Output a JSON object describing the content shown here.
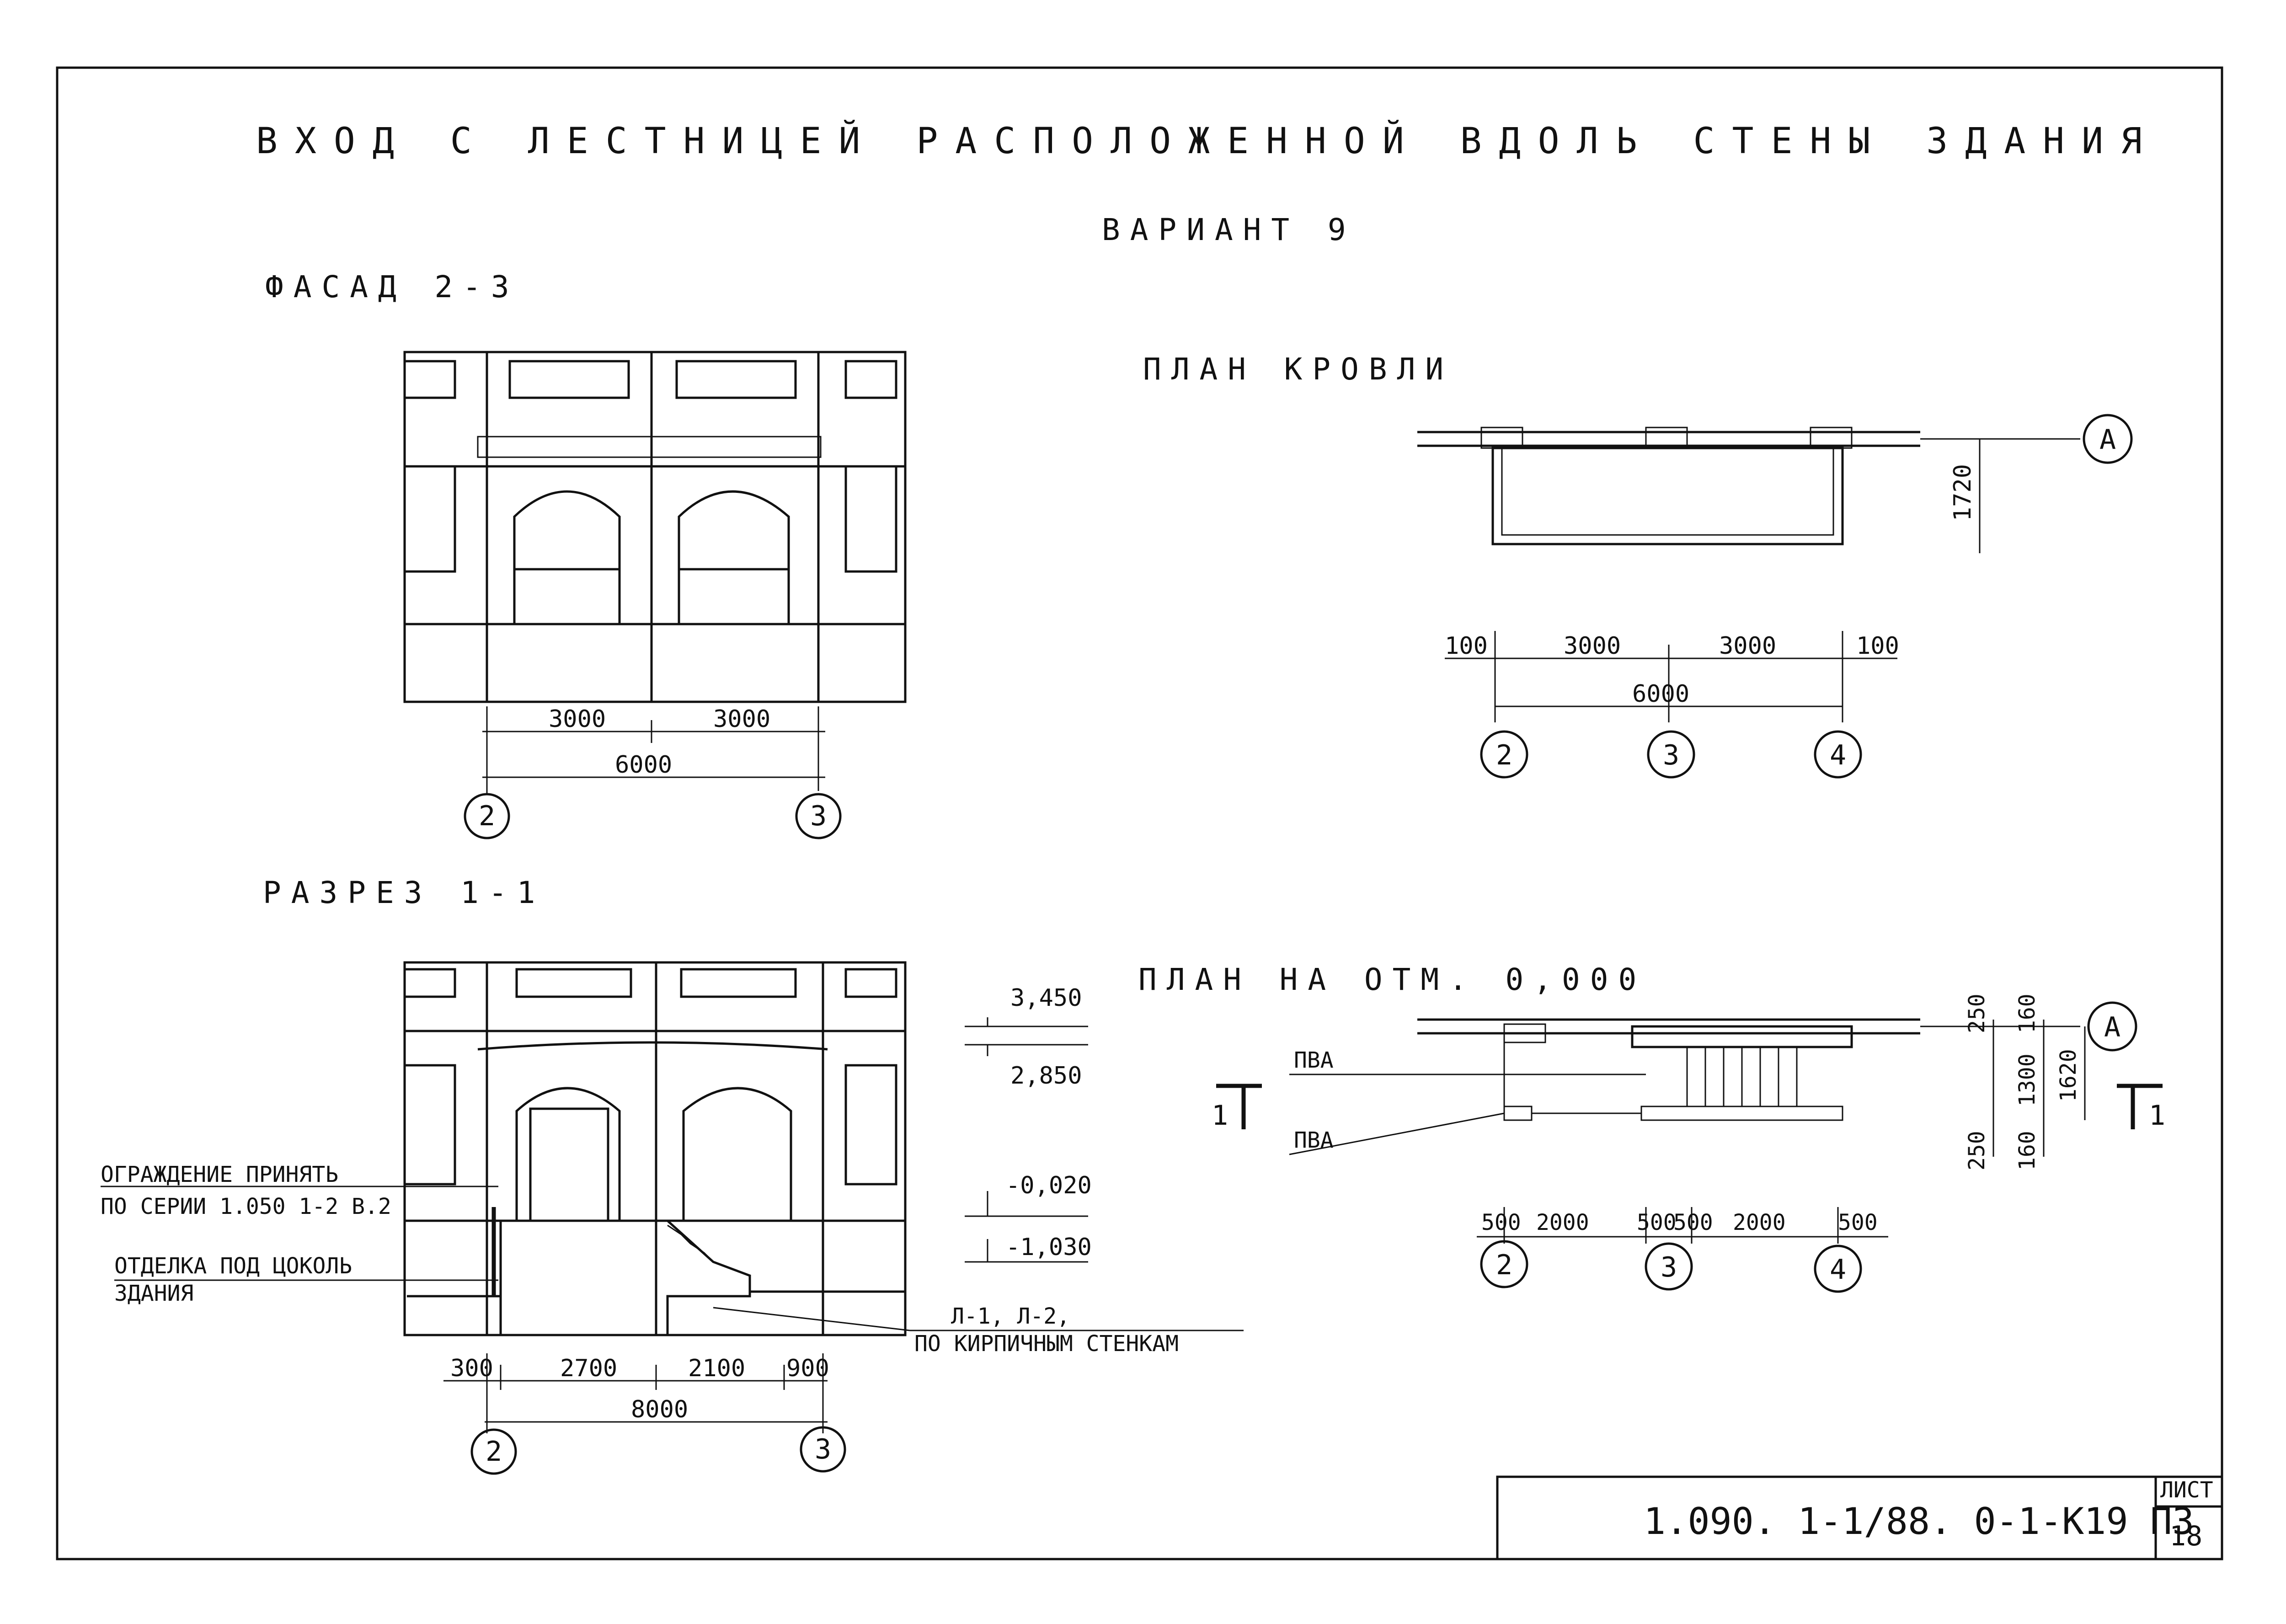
{
  "title": "ВХОД С ЛЕСТНИЦЕЙ РАСПОЛОЖЕННОЙ ВДОЛЬ СТЕНЫ ЗДАНИЯ",
  "variant": "ВАРИАНТ 9",
  "facade": {
    "label": "ФАСАД 2-3",
    "dims": [
      "3000",
      "3000",
      "6000"
    ],
    "axes": [
      "2",
      "3"
    ]
  },
  "section": {
    "label": "РАЗРЕЗ 1-1",
    "levels": [
      "3,450",
      "2,850",
      "-0,020",
      "-1,030"
    ],
    "notes": {
      "railing_1": "ОГРАЖДЕНИЕ ПРИНЯТЬ",
      "railing_2": "ПО СЕРИИ 1.050 1-2 В.2",
      "plinth_1": "ОТДЕЛКА ПОД ЦОКОЛЬ",
      "plinth_2": "ЗДАНИЯ",
      "lintel_1": "Л-1, Л-2,",
      "lintel_2": "ПО КИРПИЧНЫМ СТЕНКАМ"
    },
    "dims": [
      "300",
      "2700",
      "2100",
      "900",
      "8000"
    ],
    "axes": [
      "2",
      "3"
    ]
  },
  "roof_plan": {
    "label": "ПЛАН КРОВЛИ",
    "axis_a": "А",
    "depth": "1720",
    "dims": [
      "100",
      "3000",
      "3000",
      "100",
      "6000"
    ],
    "axes": [
      "2",
      "3",
      "4"
    ]
  },
  "floor_plan": {
    "label": "ПЛАН НА ОТМ. 0,000",
    "axis_a": "А",
    "pva_1": "ПВА",
    "pva_2": "ПВА",
    "cut_left": "1",
    "cut_right": "1",
    "dims_v": [
      "250",
      "160",
      "1300",
      "1620",
      "250",
      "160"
    ],
    "dims_h": [
      "500",
      "2000",
      "500",
      "500",
      "2000",
      "500"
    ],
    "axes": [
      "2",
      "3",
      "4"
    ]
  },
  "stamp": {
    "code": "1.090. 1-1/88. 0-1-К19 ПЗ",
    "sheet_label": "ЛИСТ",
    "sheet_no": "18"
  }
}
